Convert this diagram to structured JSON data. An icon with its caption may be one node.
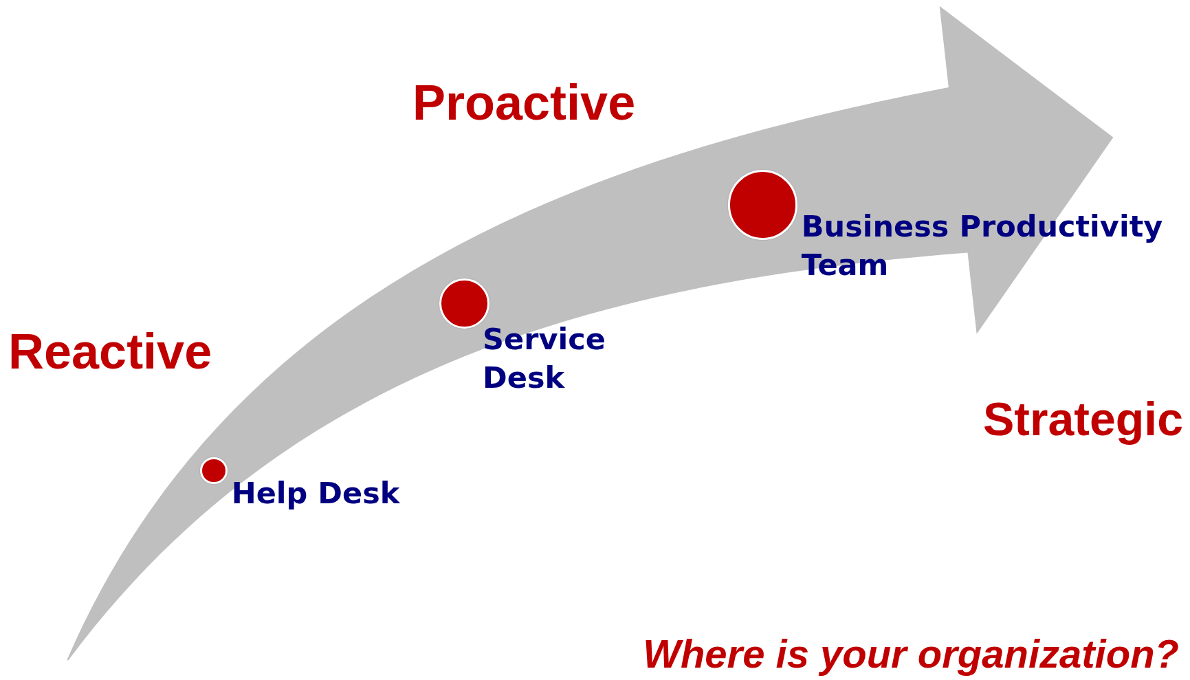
{
  "diagram": {
    "nodes": [
      {
        "text": [],
        "shape": "circle",
        "beside": [
          "Help Desk"
        ]
      },
      {
        "text": [],
        "shape": "circle",
        "beside": [
          "Service Desk"
        ]
      },
      {
        "text": [],
        "shape": "circle",
        "beside": [
          "Business Productivity Team"
        ]
      }
    ],
    "labels": [
      "Proactive",
      "Reactive",
      "Strategic",
      "Where is your organization?"
    ]
  }
}
